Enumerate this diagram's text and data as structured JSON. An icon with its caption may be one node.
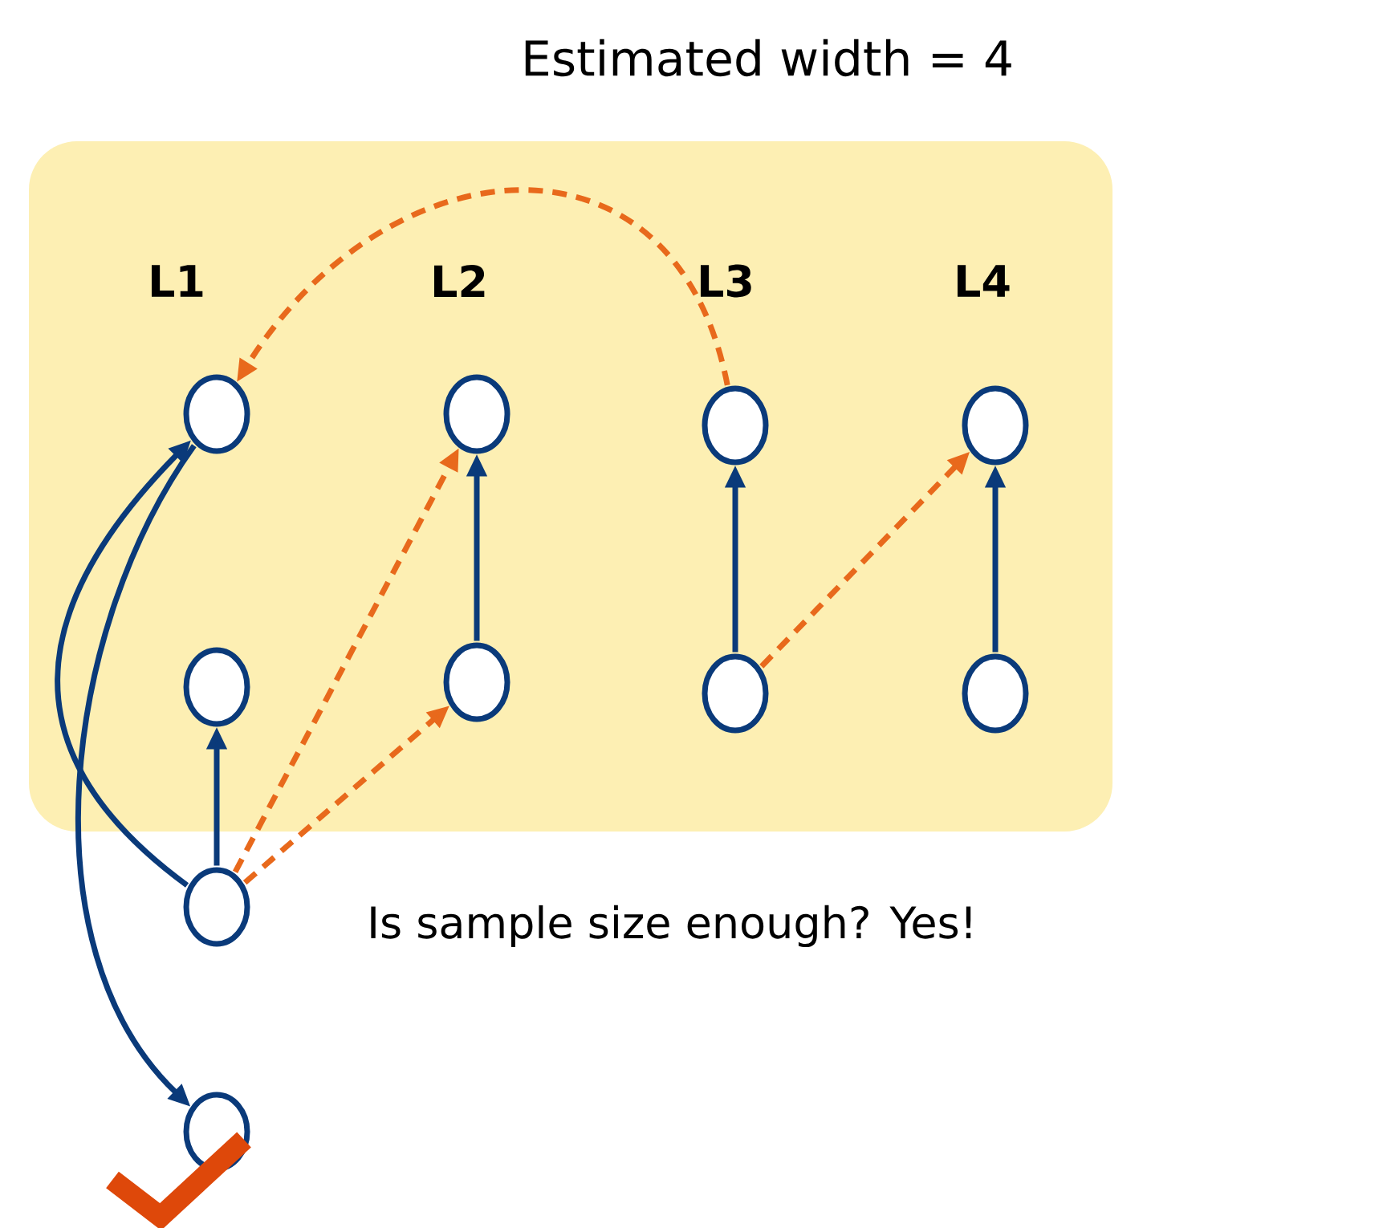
{
  "diagram": {
    "title": "Estimated width = 4",
    "nodes": [
      {
        "text": [],
        "shape": "box"
      },
      {
        "text": [],
        "shape": "circle",
        "in": 0
      },
      {
        "text": [],
        "shape": "circle",
        "in": 0
      },
      {
        "text": [],
        "shape": "circle",
        "in": 0
      },
      {
        "text": [],
        "shape": "circle",
        "in": 0
      },
      {
        "text": [],
        "shape": "circle",
        "in": 0
      },
      {
        "text": [],
        "shape": "circle",
        "in": 0
      },
      {
        "text": [],
        "shape": "circle",
        "in": 0
      },
      {
        "text": [],
        "shape": "circle",
        "in": 0
      },
      {
        "text": [],
        "shape": "circle",
        "beside": [
          "Is sample size enough? Yes!"
        ]
      },
      {
        "text": [],
        "shape": "circle"
      }
    ],
    "edges": [
      {
        "from": 3,
        "to": 1,
        "arrow": "to",
        "style": "dashed",
        "color": "#e8691c"
      },
      {
        "from": 9,
        "to": 1,
        "arrow": "to"
      },
      {
        "from": 1,
        "to": 10,
        "arrow": "to"
      },
      {
        "from": 9,
        "to": 5,
        "arrow": "to"
      },
      {
        "from": 9,
        "to": 2,
        "arrow": "to",
        "style": "dashed",
        "color": "#e8691c"
      },
      {
        "from": 9,
        "to": 6,
        "arrow": "to",
        "style": "dashed",
        "color": "#e8691c"
      },
      {
        "from": 6,
        "to": 2,
        "arrow": "to"
      },
      {
        "from": 7,
        "to": 3,
        "arrow": "to"
      },
      {
        "from": 7,
        "to": 4,
        "arrow": "to",
        "style": "dashed",
        "color": "#e8691c"
      },
      {
        "from": 8,
        "to": 4,
        "arrow": "to"
      }
    ],
    "labels": [
      "L1",
      "L2",
      "L3",
      "L4"
    ]
  }
}
